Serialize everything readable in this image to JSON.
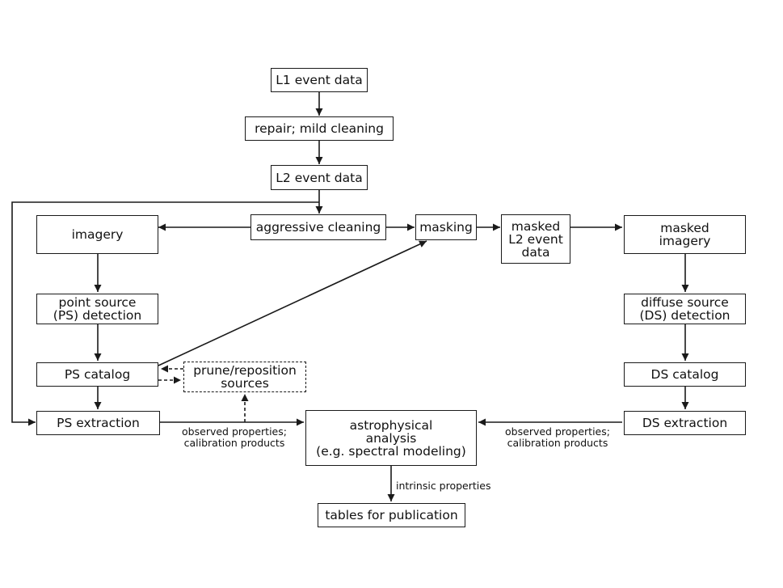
{
  "nodes": {
    "l1_event_data": [
      "L1 event data"
    ],
    "repair_cleaning": [
      "repair; mild cleaning"
    ],
    "l2_event_data": [
      "L2 event data"
    ],
    "imagery": [
      "imagery"
    ],
    "aggressive_cleaning": [
      "aggressive cleaning"
    ],
    "masking": [
      "masking"
    ],
    "masked_l2_event_data": [
      "masked",
      "L2 event",
      "data"
    ],
    "masked_imagery": [
      "masked",
      "imagery"
    ],
    "point_source_detection": [
      "point source",
      "(PS) detection"
    ],
    "diffuse_source_detection": [
      "diffuse source",
      "(DS) detection"
    ],
    "ps_catalog": [
      "PS catalog"
    ],
    "prune_reposition": [
      "prune/reposition",
      "sources"
    ],
    "ds_catalog": [
      "DS catalog"
    ],
    "ps_extraction": [
      "PS extraction"
    ],
    "astrophysical_analysis": [
      "astrophysical",
      "analysis",
      "(e.g. spectral modeling)"
    ],
    "ds_extraction": [
      "DS extraction"
    ],
    "tables_for_publication": [
      "tables for publication"
    ]
  },
  "edge_labels": {
    "ps_observed": [
      "observed properties;",
      "calibration products"
    ],
    "ds_observed": [
      "observed properties;",
      "calibration products"
    ],
    "intrinsic": [
      "intrinsic properties"
    ]
  }
}
